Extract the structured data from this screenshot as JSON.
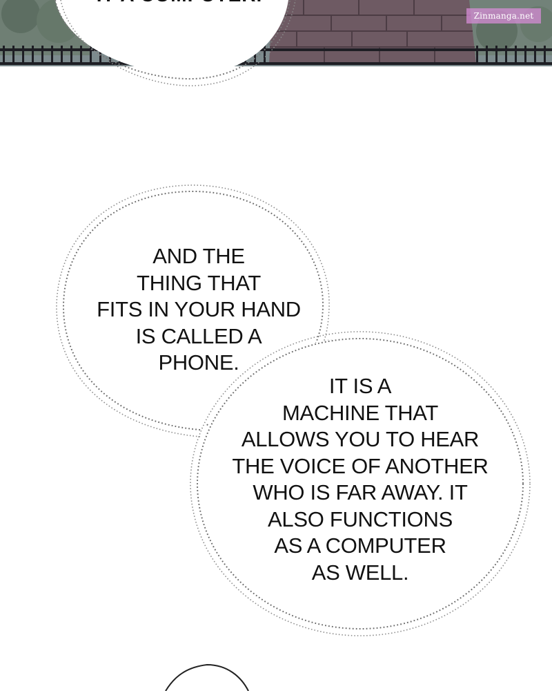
{
  "top_panel": {
    "partial_bubble_text": "IT A COMPUTER.",
    "watermark": "Zinmanga.net"
  },
  "bubbles": [
    {
      "lines": [
        "AND THE",
        "THING THAT",
        "FITS IN YOUR HAND",
        "IS CALLED A",
        "PHONE."
      ]
    },
    {
      "lines": [
        "IT IS A",
        "MACHINE THAT",
        "ALLOWS YOU TO HEAR",
        "THE VOICE OF ANOTHER",
        "WHO IS FAR AWAY. IT",
        "ALSO FUNCTIONS",
        "AS A COMPUTER",
        "AS WELL."
      ]
    }
  ],
  "colors": {
    "sky": "#8c9aa0",
    "wall": "#6e5a63",
    "fence": "#1e1e24",
    "bubble_outline": "#6a6a6a",
    "text": "#111111"
  }
}
